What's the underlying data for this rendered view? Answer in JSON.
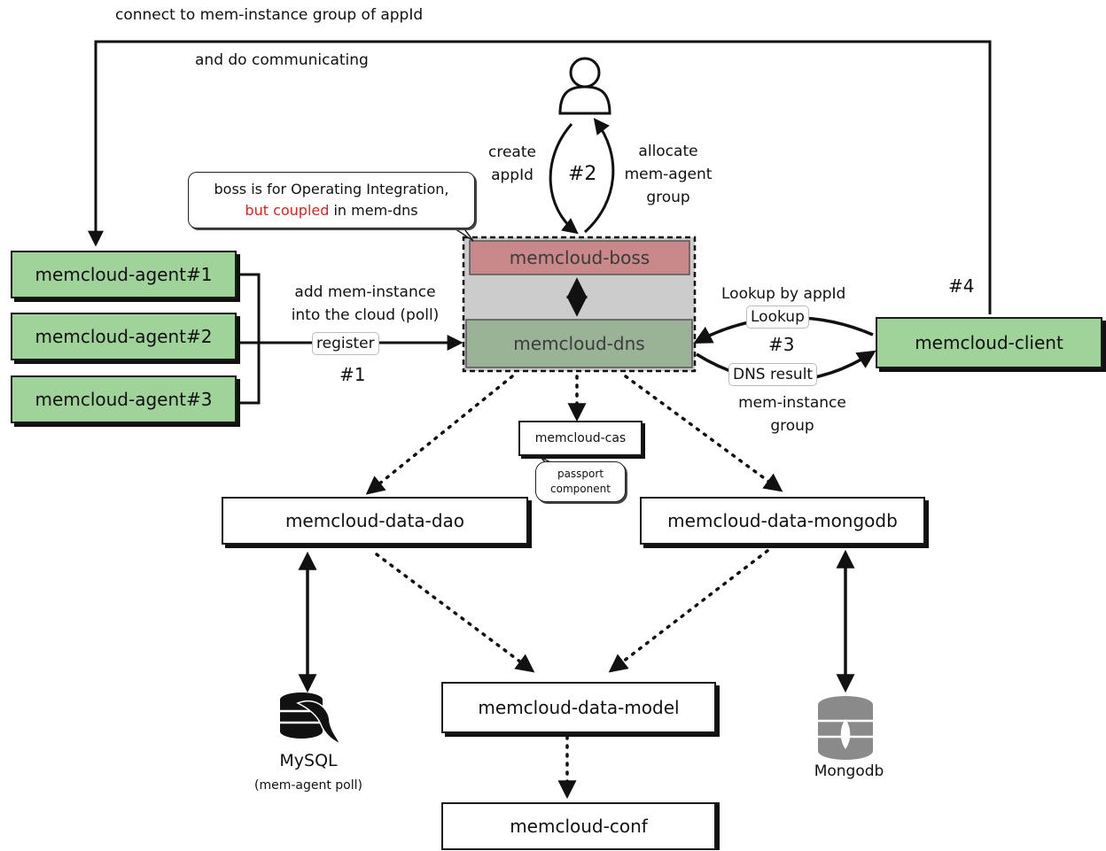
{
  "top_note_line1": "connect to mem-instance group of appId",
  "top_note_line2": "and do communicating",
  "create_label_line1": "create",
  "create_label_line2": "appId",
  "step2_label": "#2",
  "allocate_line1": "allocate",
  "allocate_line2": "mem-agent",
  "allocate_line3": "group",
  "callout_line1": "boss is for Operating Integration,",
  "callout_red": "but coupled",
  "callout_rest": " in mem-dns",
  "boss_label": "memcloud-boss",
  "dns_label": "memcloud-dns",
  "agents": [
    "memcloud-agent#1",
    "memcloud-agent#2",
    "memcloud-agent#3"
  ],
  "add_line1": "add mem-instance",
  "add_line2": "into the cloud (poll)",
  "register_label": "register",
  "step1_label": "#1",
  "lookup_by_label": "Lookup by appId",
  "lookup_pill": "Lookup",
  "step3_label": "#3",
  "dns_result_pill": "DNS result",
  "group_line1": "mem-instance",
  "group_line2": "group",
  "step4_label": "#4",
  "client_label": "memcloud-client",
  "cas_label": "memcloud-cas",
  "passport_line1": "passport",
  "passport_line2": "component",
  "dao_label": "memcloud-data-dao",
  "mongodb_label": "memcloud-data-mongodb",
  "model_label": "memcloud-data-model",
  "conf_label": "memcloud-conf",
  "mysql_label": "MySQL",
  "mysql_sub": "(mem-agent poll)",
  "mongo_db_label": "Mongodb",
  "colors": {
    "green": "#9fd39a",
    "boss": "#c9898a",
    "dns": "#9ab296",
    "middle": "#cccccc",
    "accent_red": "#e02020"
  },
  "icons": {
    "user": "user-icon",
    "mysql": "mysql-dolphin-icon",
    "mongo": "database-icon"
  }
}
